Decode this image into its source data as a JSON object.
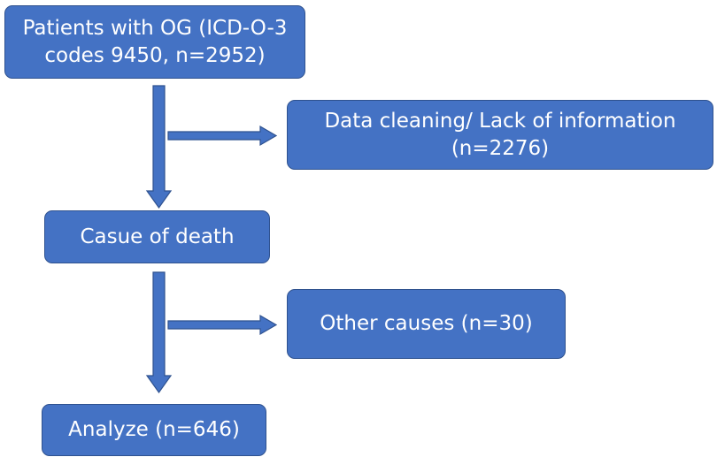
{
  "colors": {
    "box_fill": "#4472c4",
    "box_border": "#2f528f",
    "text": "#ffffff"
  },
  "flow": {
    "start": {
      "line1": "Patients with OG (ICD-O-3",
      "line2": "codes 9450, n=2952)"
    },
    "exclusion1": {
      "line1": "Data cleaning/ Lack of information",
      "line2": "(n=2276)"
    },
    "step2": {
      "label": "Casue of death"
    },
    "exclusion2": {
      "label": "Other causes (n=30)"
    },
    "final": {
      "label": "Analyze (n=646)"
    }
  }
}
